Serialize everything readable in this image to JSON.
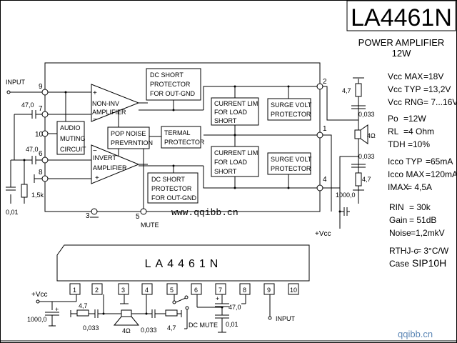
{
  "title": {
    "part": "LA4461N",
    "subtitle": "POWER AMPLIFIER",
    "power": "12W"
  },
  "specs": [
    {
      "label": "Vcc MAX",
      "value": "=18V"
    },
    {
      "label": "Vcc TYP",
      "value": "=13,2V"
    },
    {
      "label": "Vcc RNG",
      "value": "= 7...16V"
    },
    {
      "label": "Po",
      "value": "=12W"
    },
    {
      "label": "RL",
      "value": "=4 Ohm"
    },
    {
      "label": "TDH",
      "value": "=10%"
    },
    {
      "label": "Icco TYP",
      "value": "=65mA"
    },
    {
      "label": "Icco MAX",
      "value": "=120mA"
    },
    {
      "label": "IMAX",
      "value": "=  4,5A"
    },
    {
      "label": "RIN",
      "value": "=  30k"
    },
    {
      "label": "Gain",
      "value": "=  51dB"
    },
    {
      "label": "Noise",
      "value": "=1,2mkV"
    },
    {
      "label": "RTHJ-c",
      "value": "= 3°C/W"
    },
    {
      "label": "Case",
      "value": "SIP10H"
    }
  ],
  "blocks": {
    "dc_short_top": [
      "DC SHORT",
      "PROTECTOR",
      "FOR OUT-GND"
    ],
    "current_lim_top": [
      "CURRENT LIM",
      "FOR LOAD",
      "SHORT"
    ],
    "surge_top": [
      "SURGE VOLT",
      "PROTECTOR"
    ],
    "audio_muting": [
      "AUDIO",
      "MUTING",
      "CIRCUIT"
    ],
    "non_inv": [
      "NON-INV",
      "AMPLIFIER"
    ],
    "pop_noise": [
      "POP NOISE",
      "PREVRNTION"
    ],
    "termal": [
      "TERMAL",
      "PROTECTOR"
    ],
    "invert": [
      "INVERT",
      "AMPLIFIER"
    ],
    "current_lim_bot": [
      "CURRENT LIM",
      "FOR LOAD",
      "SHORT"
    ],
    "surge_bot": [
      "SURGE VOLT",
      "PROTECTOR"
    ],
    "dc_short_bot": [
      "DC SHORT",
      "PROTECTOR",
      "FOR OUT-GND"
    ]
  },
  "labels": {
    "input": "INPUT",
    "mute": "MUTE",
    "vcc": "+Vcc",
    "cap_47": "47,0",
    "cap_001": "0,01",
    "res_15k": "1,5k",
    "res_47": "4,7",
    "cap_0033": "0,033",
    "speaker": "4Ω",
    "cap_1000": "1000,0",
    "plus": "+",
    "minus": "−",
    "dc_mute": "DC MUTE",
    "watermark": "www.qqibb.cn",
    "footer_site": "qqibb.cn"
  },
  "pins_schematic": [
    "9",
    "7",
    "10",
    "6",
    "8",
    "3",
    "5",
    "2",
    "1",
    "4"
  ],
  "package": {
    "label": "LA4461N",
    "pins": [
      "1",
      "2",
      "3",
      "4",
      "5",
      "6",
      "7",
      "8",
      "9",
      "10"
    ]
  }
}
